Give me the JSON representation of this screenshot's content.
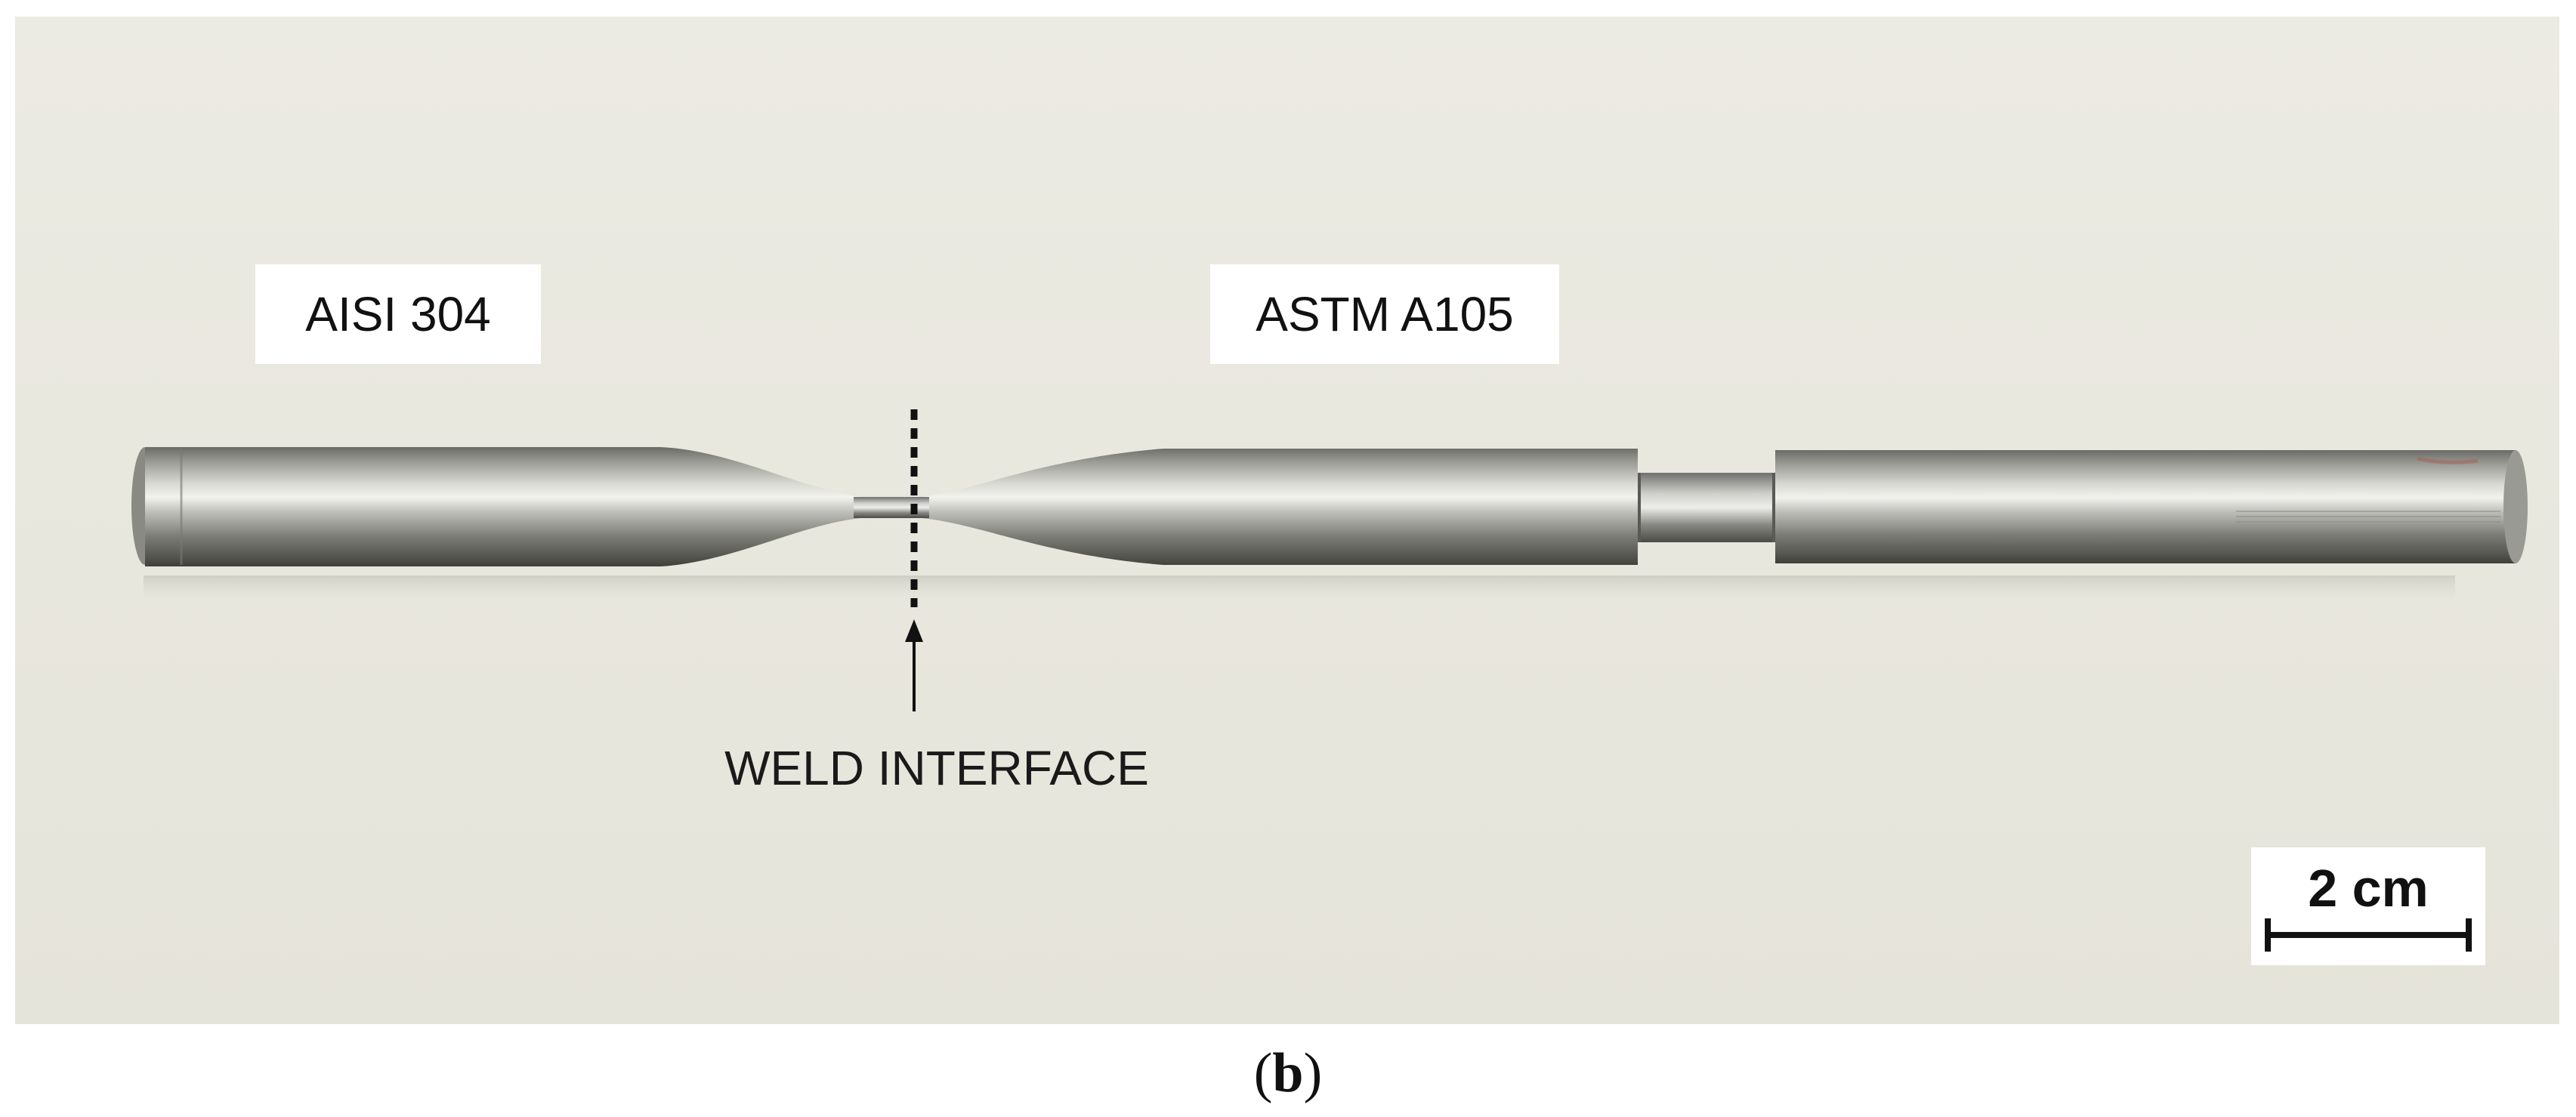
{
  "photo": {
    "description_colors": {
      "background": "#e9e8df",
      "metal_dark": "#5c5c58",
      "metal_light": "#dcdcd6"
    }
  },
  "labels": {
    "left_material": "AISI 304",
    "right_material": "ASTM A105",
    "weld": "WELD INTERFACE"
  },
  "scale_bar": {
    "label": "2 cm"
  },
  "caption": {
    "open": "(",
    "letter": "b",
    "close": ")"
  }
}
